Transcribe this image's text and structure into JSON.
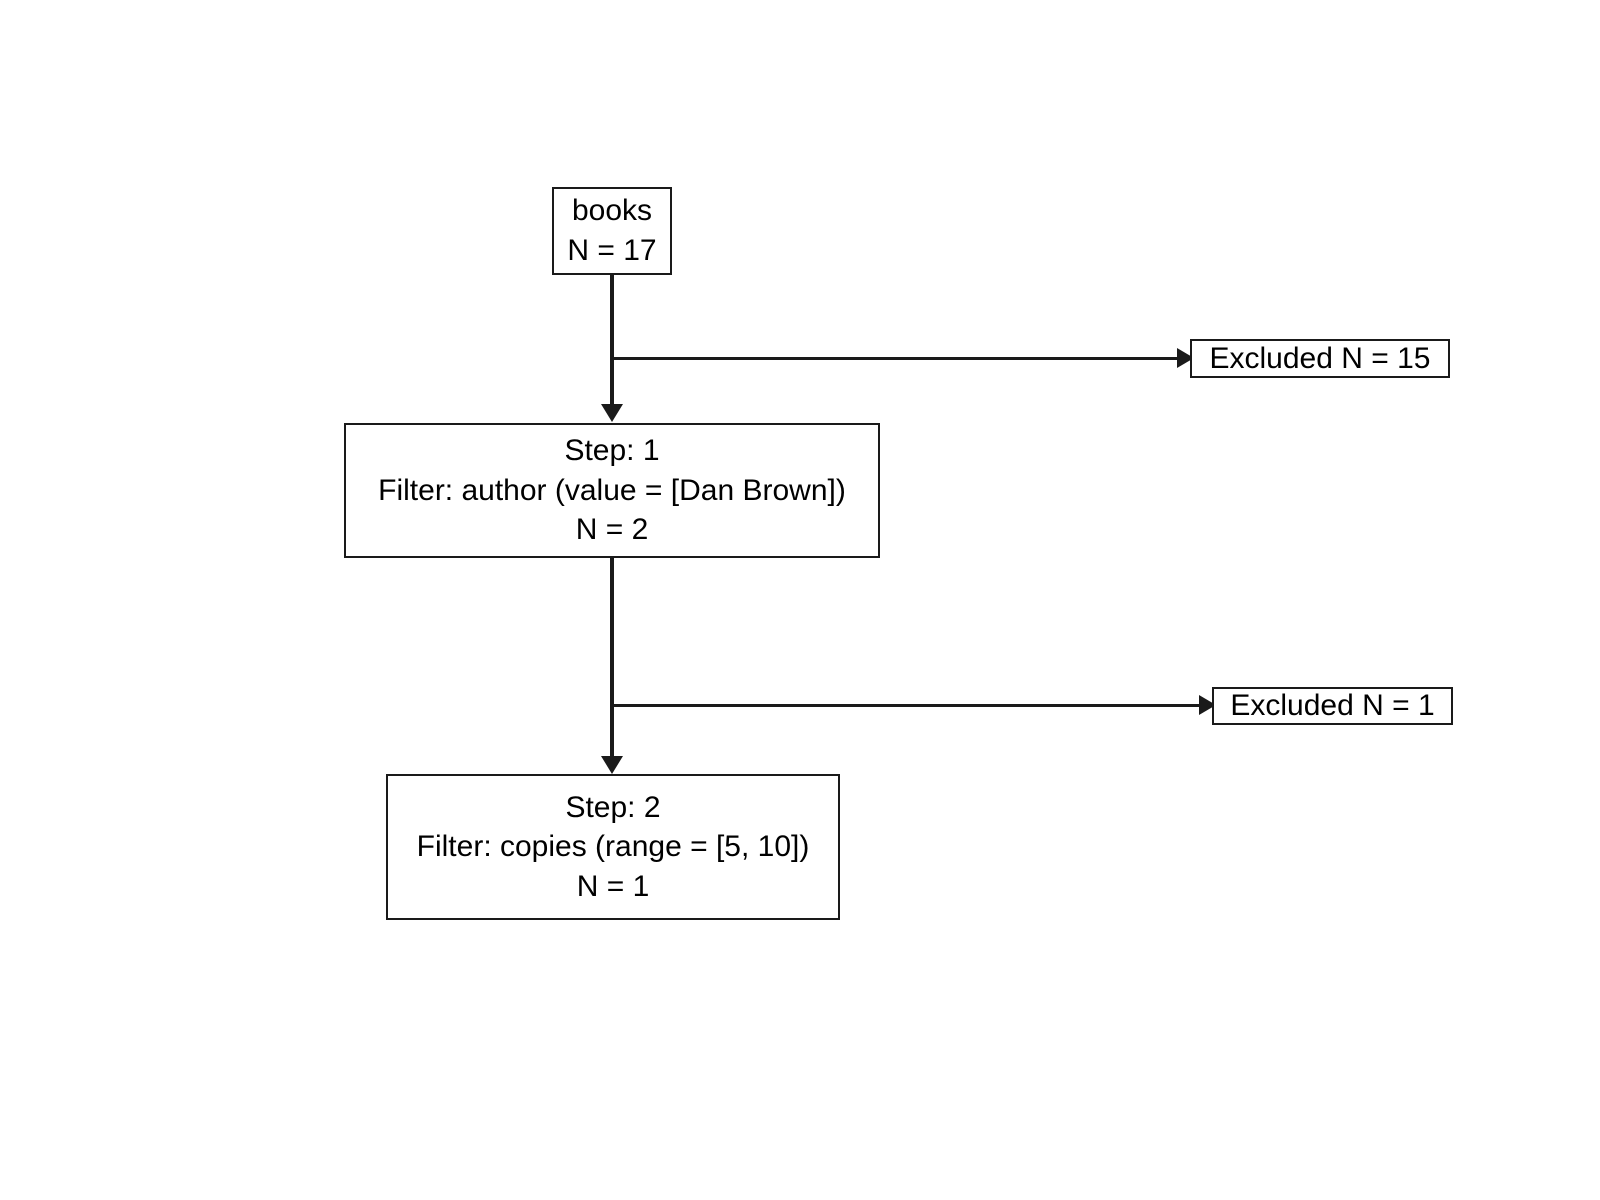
{
  "diagram": {
    "type": "flowchart",
    "title": "",
    "nodes": {
      "source": {
        "label": "books",
        "count": "N = 17"
      },
      "step1": {
        "step": "Step: 1",
        "filter": "Filter: author (value = [Dan Brown])",
        "count": "N = 2"
      },
      "step2": {
        "step": "Step: 2",
        "filter": "Filter: copies (range = [5, 10])",
        "count": "N = 1"
      },
      "excluded1": {
        "label": "Excluded N = 15"
      },
      "excluded2": {
        "label": "Excluded N = 1"
      }
    },
    "colors": {
      "stroke": "#1a1a1a",
      "background": "#ffffff",
      "text": "#000000"
    }
  }
}
